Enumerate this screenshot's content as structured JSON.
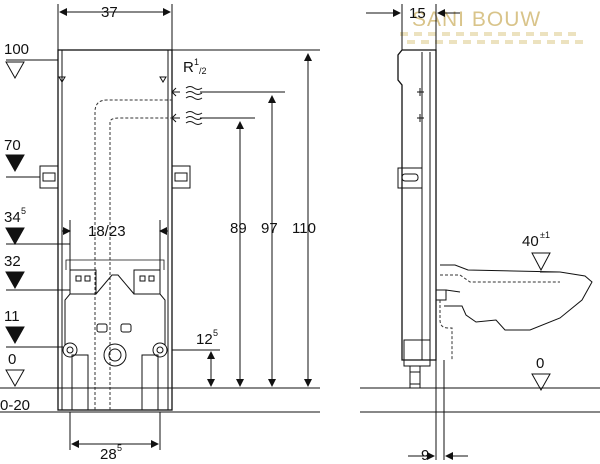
{
  "watermark": {
    "text": "SANI BOUW",
    "color": "#d9c48a"
  },
  "front_view": {
    "width_top": "37",
    "pipe_thread": "R",
    "pipe_thread_sup": "1",
    "pipe_thread_sub": "/2",
    "level_left": [
      "100",
      "70",
      "34",
      "32",
      "11",
      "0",
      "0-20"
    ],
    "level_left_sup": {
      "34": "5"
    },
    "fixing_spacing": "18/23",
    "height_outlet": "12",
    "height_outlet_sup": "5",
    "height_89": "89",
    "height_97": "97",
    "height_110": "110",
    "bottom_width": "28",
    "bottom_width_sup": "5"
  },
  "side_view": {
    "depth_top": "15",
    "seat_height": "40",
    "seat_height_sup": "±1",
    "floor_level": "0",
    "depth_bottom": "9"
  },
  "colors": {
    "line": "#111111",
    "dashed": "#333333"
  }
}
